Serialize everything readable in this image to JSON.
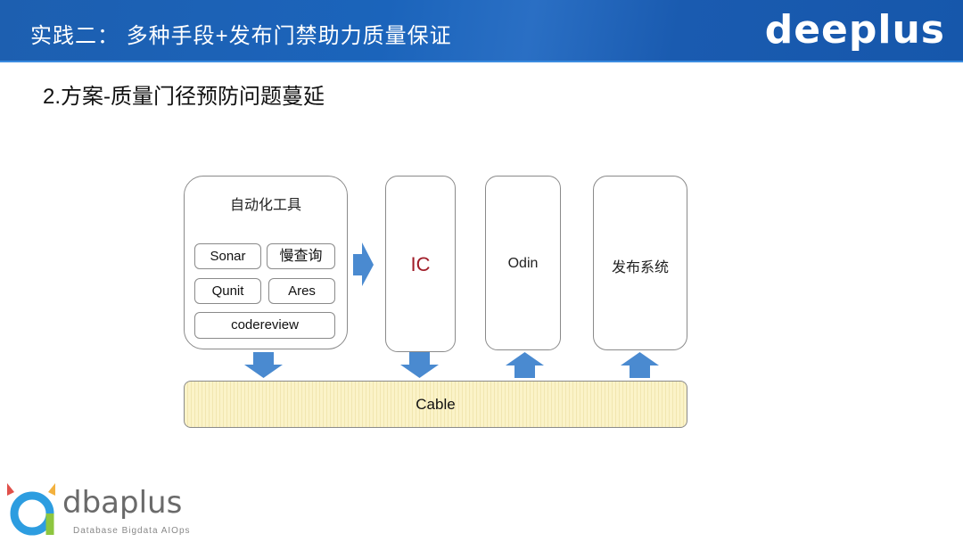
{
  "header": {
    "title": "实践二： 多种手段+发布门禁助力质量保证",
    "brand": "deeplus"
  },
  "subtitle": "2.方案-质量门径预防问题蔓延",
  "diagram": {
    "auto_tools": {
      "label": "自动化工具",
      "items": [
        "Sonar",
        "慢查询",
        "Qunit",
        "Ares",
        "codereview"
      ]
    },
    "ic": "IC",
    "odin": "Odin",
    "release": "发布系统",
    "cable": "Cable",
    "ic_color": "#a01c28",
    "arrow_color": "#4a8ad0"
  },
  "footer_logo": {
    "name": "dbaplus",
    "tagline": "Database Bigdata AIOps"
  }
}
